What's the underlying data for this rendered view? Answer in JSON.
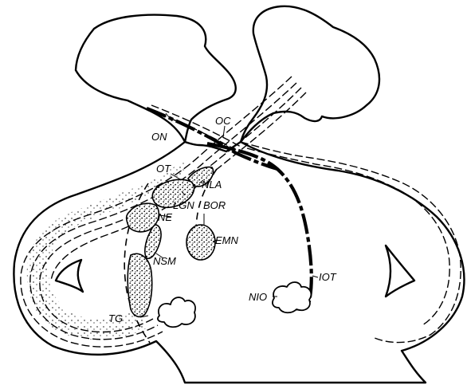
{
  "figure": {
    "labels": {
      "on": "ON",
      "oc": "OC",
      "ot": "OT",
      "nla": "NLA",
      "lgn": "LGN",
      "bor": "BOR",
      "ne": "NE",
      "emn": "EMN",
      "nsm": "NSM",
      "iot": "IOT",
      "tg": "TG",
      "nio": "NIO"
    }
  }
}
